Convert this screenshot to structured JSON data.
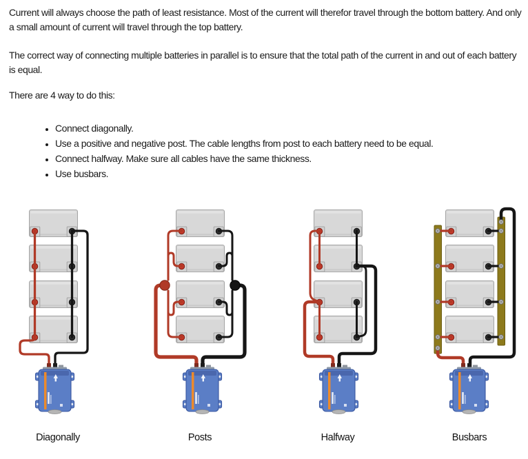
{
  "document": {
    "paragraphs": [
      "Current will always choose the path of least resistance. Most of the current will therefor travel through the bottom battery. And only a small amount of current will travel through the top battery.",
      "The correct way of connecting multiple batteries in parallel is to ensure that the total path of the current in and out of each battery is equal.",
      "There are 4 way to do this:"
    ],
    "bullets": [
      "Connect diagonally.",
      "Use a positive and negative post. The cable lengths from post to each battery need to be equal.",
      "Connect halfway. Make sure all cables have the same thickness.",
      "Use busbars."
    ]
  },
  "figure": {
    "methods": [
      {
        "label": "Diagonally",
        "batteries": 4,
        "description": "positive main cable from bottom battery, negative main cable from top battery"
      },
      {
        "label": "Posts",
        "batteries": 4,
        "description": "equal-length cables from every battery to a common positive post and a common negative post"
      },
      {
        "label": "Halfway",
        "batteries": 4,
        "description": "main cables tap the battery bank halfway along the positive and negative links"
      },
      {
        "label": "Busbars",
        "batteries": 4,
        "description": "all positives to a positive busbar, all negatives to a negative busbar"
      }
    ],
    "colors": {
      "positive_wire": "#b03a27",
      "negative_wire": "#161616",
      "battery_fill": "#d8d8d8",
      "battery_border": "#a3a3a3",
      "terminal_positive": "#c2392a",
      "terminal_negative": "#2d2d2d",
      "busbar_fill": "#8d7a1c",
      "busbar_border": "#6b5c10",
      "inverter_body": "#5b7ec6",
      "inverter_border": "#3a57a0",
      "inverter_stripe": "#ec8a2c"
    }
  }
}
